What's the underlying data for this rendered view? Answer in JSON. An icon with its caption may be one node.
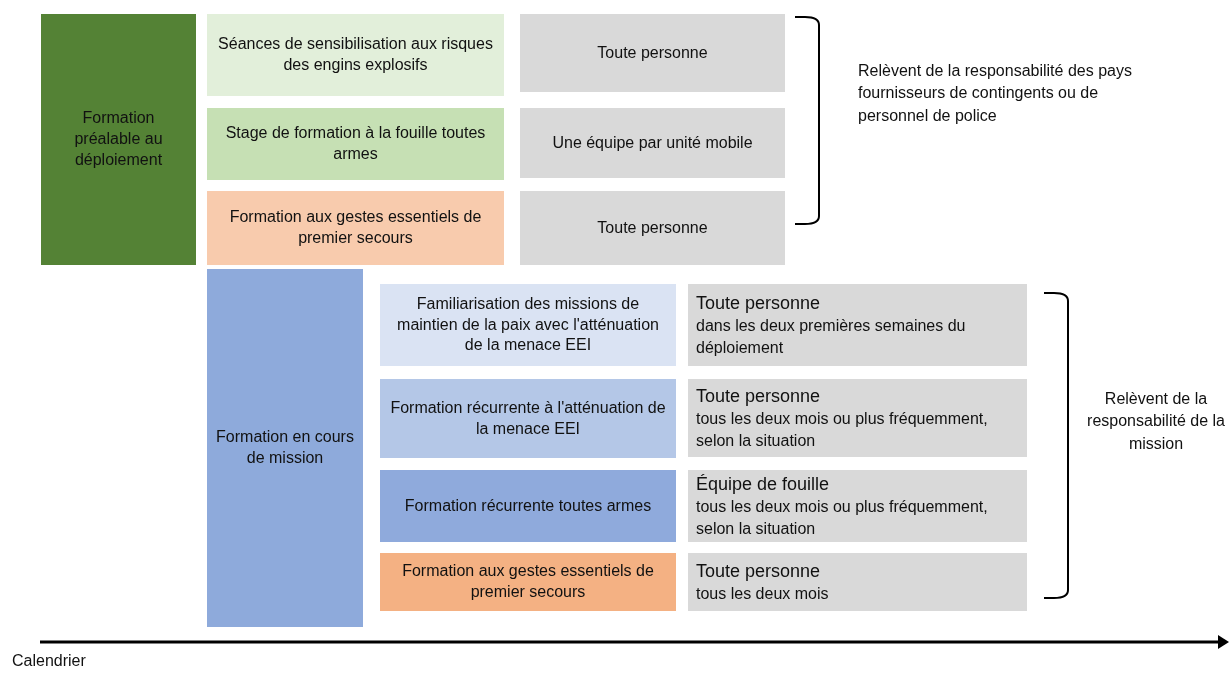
{
  "diagram": {
    "nodes": [
      {
        "text": [
          "Formation préalable au déploiement"
        ]
      },
      {
        "text": [
          "Séances de sensibilisation aux risques des engins explosifs"
        ]
      },
      {
        "text": [
          "Toute personne"
        ]
      },
      {
        "text": [
          "Stage de formation à la fouille toutes armes"
        ]
      },
      {
        "text": [
          "Une équipe par unité mobile"
        ]
      },
      {
        "text": [
          "Formation aux gestes essentiels de premier secours"
        ]
      },
      {
        "text": [
          "Toute personne"
        ]
      },
      {
        "text": [
          "Formation en cours de mission"
        ]
      },
      {
        "text": [
          "Familiarisation des missions de maintien de la paix avec l'atténuation de la menace EEI"
        ]
      },
      {
        "text": [
          "Toute personne",
          "dans les deux premières semaines du déploiement"
        ]
      },
      {
        "text": [
          "Formation récurrente à l'atténuation de la menace EEI"
        ]
      },
      {
        "text": [
          "Toute personne",
          "tous les deux mois ou plus fréquemment, selon la situation"
        ]
      },
      {
        "text": [
          "Formation récurrente toutes armes"
        ]
      },
      {
        "text": [
          "Équipe de fouille",
          "tous les deux mois ou plus fréquemment, selon la situation"
        ]
      },
      {
        "text": [
          "Formation aux gestes essentiels de premier secours"
        ]
      },
      {
        "text": [
          "Toute personne",
          "tous les deux mois"
        ]
      }
    ],
    "labels": [
      "Relèvent de la responsabilité des pays fournisseurs de contingents ou de personnel de police",
      "Relèvent de la responsabilité de la mission",
      "Calendrier"
    ]
  }
}
